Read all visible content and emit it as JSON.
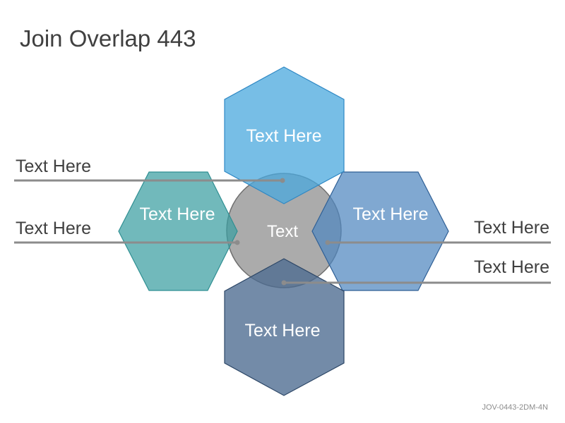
{
  "title": "Join Overlap 443",
  "footer_code": "JOV-0443-2DM-4N",
  "center": {
    "label": "Text",
    "color": "#8f8f8f"
  },
  "hexagons": {
    "top": {
      "label": "Text Here",
      "color": "#4aa8dd"
    },
    "left": {
      "label": "Text Here",
      "color": "#3a9ea1"
    },
    "right": {
      "label": "Text Here",
      "color": "#4f87bf"
    },
    "bottom": {
      "label": "Text Here",
      "color": "#4b6a90"
    }
  },
  "callouts": {
    "left_top": "Text Here",
    "left_middle": "Text Here",
    "right_middle": "Text Here",
    "right_bottom": "Text Here"
  },
  "line_color": "#8c8c8c"
}
